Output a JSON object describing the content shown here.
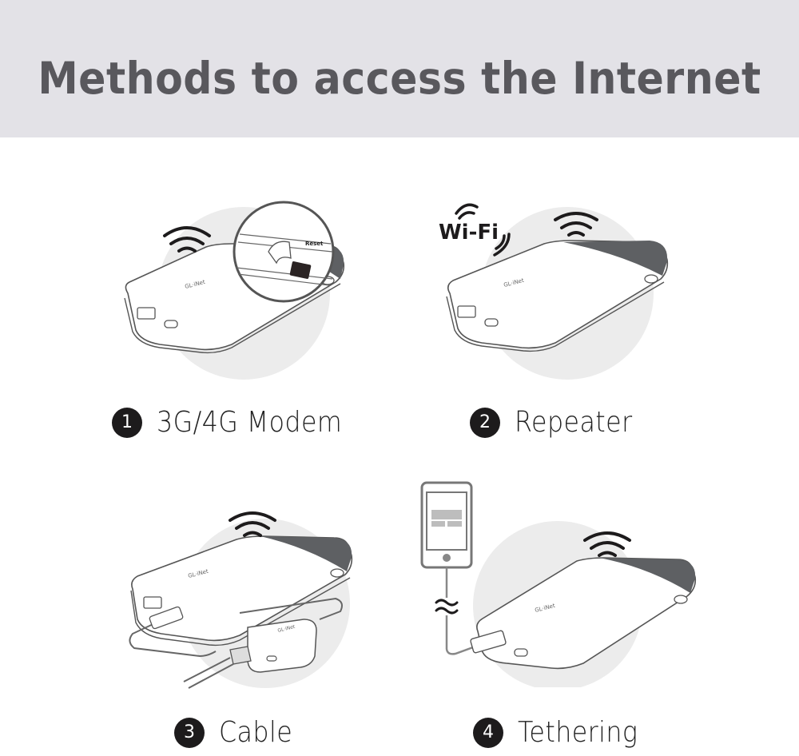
{
  "header": {
    "title": "Methods to access the Internet"
  },
  "methods": [
    {
      "number": "1",
      "label": "3G/4G Modem",
      "illustration": "router-with-sim-card-inset",
      "annotations": {
        "reset_text": "Reset"
      }
    },
    {
      "number": "2",
      "label": "Repeater",
      "illustration": "router-with-wifi-logo",
      "annotations": {
        "wifi_logo": "Wi-Fi"
      }
    },
    {
      "number": "3",
      "label": "Cable",
      "illustration": "router-with-ethernet-adapter"
    },
    {
      "number": "4",
      "label": "Tethering",
      "illustration": "router-with-phone-usb"
    }
  ],
  "colors": {
    "header_bg": "#e3e2e7",
    "title": "#59585d",
    "circle_bg": "#ececec",
    "device_dark": "#5e6063",
    "badge": "#1d1b1c"
  }
}
